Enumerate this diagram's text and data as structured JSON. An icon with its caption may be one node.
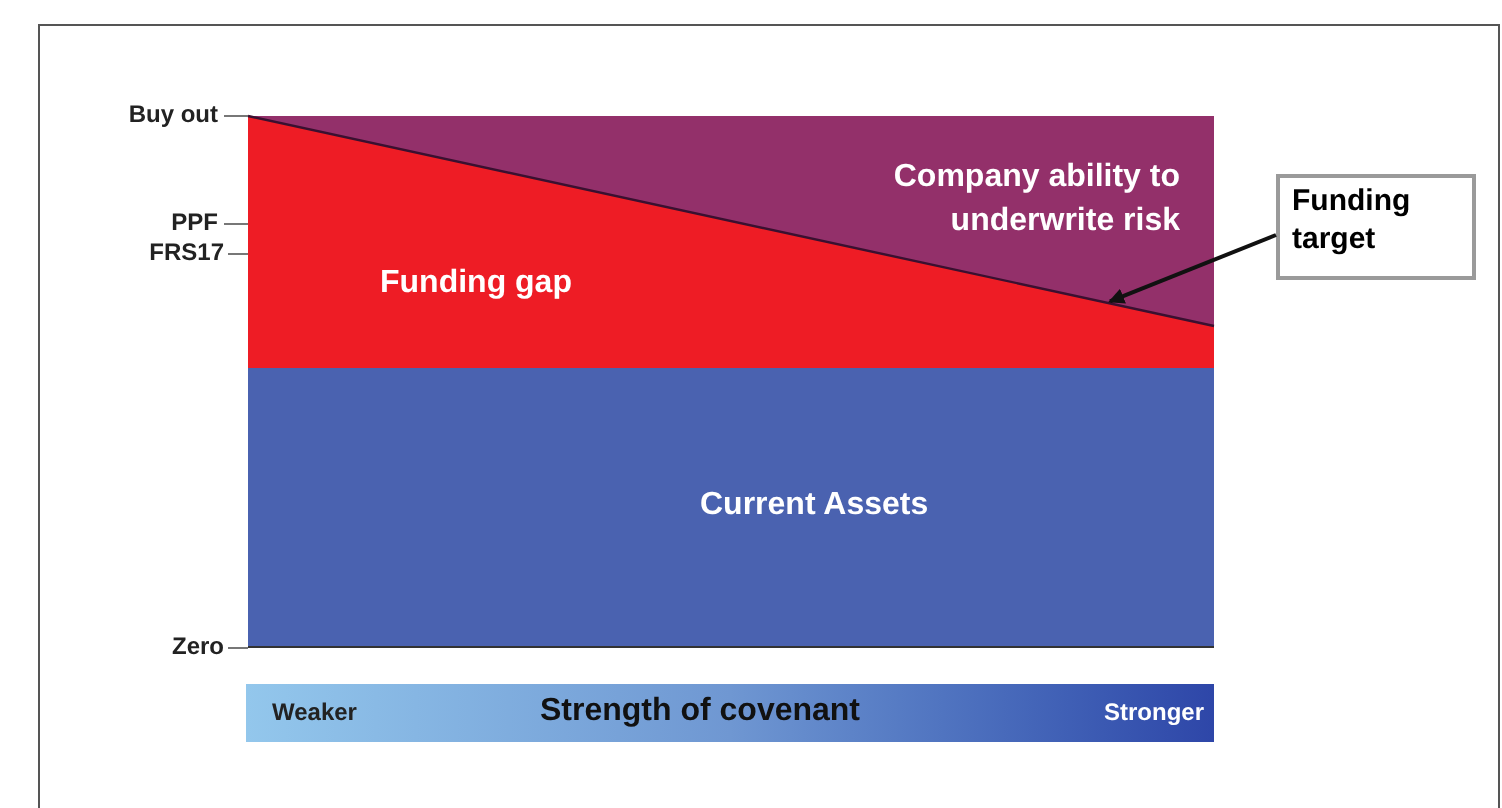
{
  "diagram": {
    "nodes": [
      {
        "text": [
          "Company ability to underwrite risk"
        ]
      },
      {
        "text": [
          "Funding gap"
        ]
      },
      {
        "text": [
          "Current Assets"
        ]
      },
      {
        "text": [
          "Funding target"
        ]
      }
    ],
    "edges": [
      {
        "from": 3,
        "to": 0,
        "arrow": "to"
      }
    ],
    "labels": [
      "Buy out",
      "PPF",
      "FRS17",
      "Zero",
      "Weaker",
      "Strength of covenant",
      "Stronger"
    ]
  }
}
